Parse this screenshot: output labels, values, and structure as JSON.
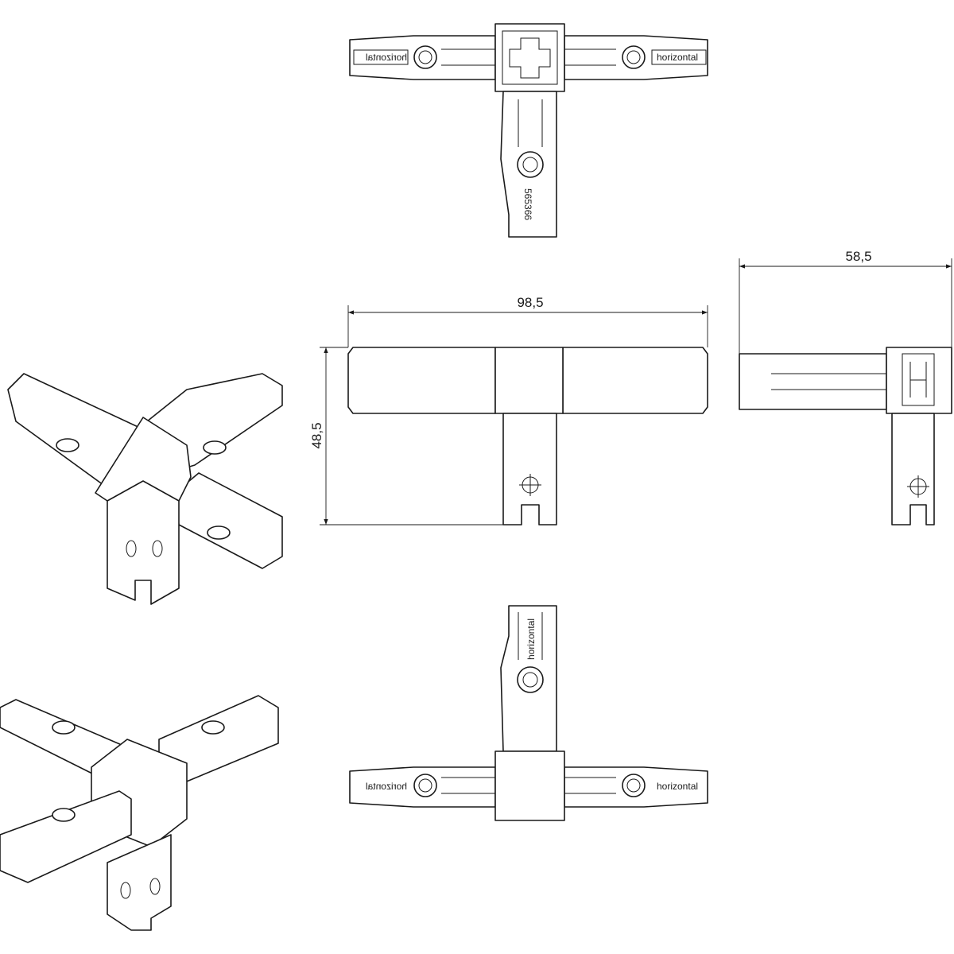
{
  "drawing": {
    "top_view": {
      "label_left": "horizontal",
      "label_right": "horizontal",
      "part_number": "565366"
    },
    "front_view": {
      "width_dim": "98,5",
      "height_dim": "48,5"
    },
    "side_view": {
      "depth_dim": "58,5"
    },
    "bottom_view": {
      "label_left": "horizontal",
      "label_right": "horizontal",
      "label_vertical": "horizontal"
    }
  }
}
